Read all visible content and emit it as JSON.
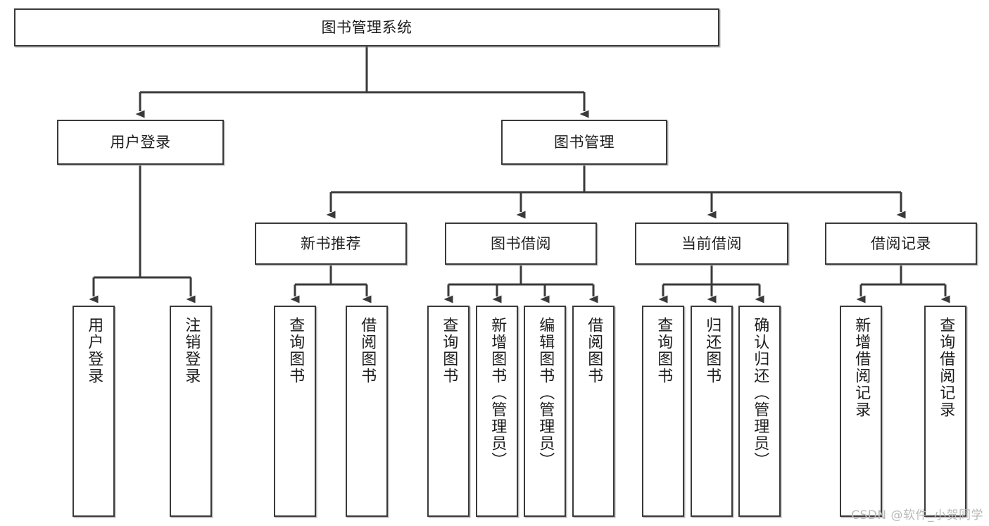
{
  "diagram": {
    "type": "tree-hierarchy",
    "title": "图书管理系统",
    "watermark": "CSDN @软件_小贺同学",
    "colors": {
      "box_border": "#3a3a3a",
      "box_fill": "#ffffff",
      "connector": "#3a3a3a",
      "text": "#1d1d1d",
      "watermark": "#b9b9b9"
    },
    "nodes": {
      "root": {
        "label": "图书管理系统",
        "level": 1,
        "orientation": "horizontal"
      },
      "l2": [
        {
          "label": "用户登录",
          "orientation": "horizontal"
        },
        {
          "label": "图书管理",
          "orientation": "horizontal"
        }
      ],
      "l3": [
        {
          "label": "新书推荐",
          "orientation": "horizontal"
        },
        {
          "label": "图书借阅",
          "orientation": "horizontal"
        },
        {
          "label": "当前借阅",
          "orientation": "horizontal"
        },
        {
          "label": "借阅记录",
          "orientation": "horizontal"
        }
      ],
      "leaves": {
        "user_login": [
          {
            "label": "用户登录",
            "orientation": "vertical"
          },
          {
            "label": "注销登录",
            "orientation": "vertical"
          }
        ],
        "new_book_rec": [
          {
            "label": "查询图书",
            "orientation": "vertical"
          },
          {
            "label": "借阅图书",
            "orientation": "vertical"
          }
        ],
        "book_borrow": [
          {
            "label": "查询图书",
            "orientation": "vertical"
          },
          {
            "label": "新增图书（管理员）",
            "orientation": "vertical"
          },
          {
            "label": "编辑图书（管理员）",
            "orientation": "vertical"
          },
          {
            "label": "借阅图书",
            "orientation": "vertical"
          }
        ],
        "current_borrow": [
          {
            "label": "查询图书",
            "orientation": "vertical"
          },
          {
            "label": "归还图书",
            "orientation": "vertical"
          },
          {
            "label": "确认归还（管理员）",
            "orientation": "vertical"
          }
        ],
        "borrow_record": [
          {
            "label": "新增借阅记录",
            "orientation": "vertical"
          },
          {
            "label": "查询借阅记录",
            "orientation": "vertical"
          }
        ]
      }
    }
  }
}
